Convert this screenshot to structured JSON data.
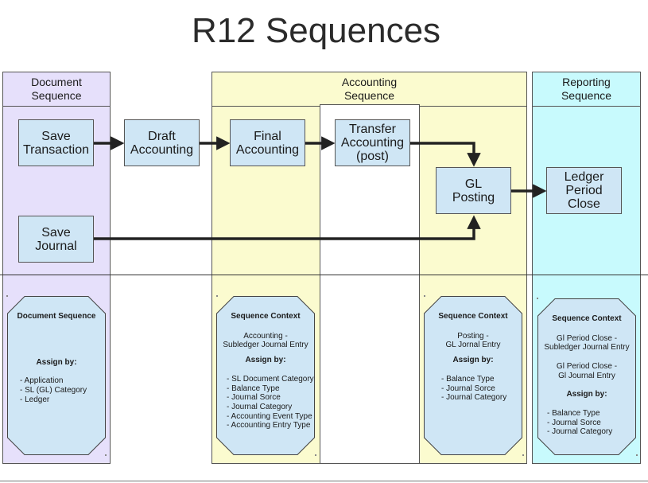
{
  "title": "R12 Sequences",
  "regions": {
    "document": {
      "label": "Document\nSequence",
      "color": "#e6e0fb"
    },
    "accounting": {
      "label": "Accounting\nSequence",
      "color": "#fbfbcf"
    },
    "reporting": {
      "label": "Reporting\nSequence",
      "color": "#c8fafd"
    }
  },
  "boxes": {
    "save_transaction": "Save\nTransaction",
    "draft_accounting": "Draft\nAccounting",
    "final_accounting": "Final\nAccounting",
    "transfer_accounting": "Transfer\nAccounting\n(post)",
    "gl_posting": "GL\nPosting",
    "ledger_period_close": "Ledger\nPeriod\nClose",
    "save_journal": "Save\nJournal"
  },
  "cards": {
    "document": {
      "title": "Document Sequence",
      "assign": "Assign by:",
      "items": [
        "- Application",
        "- SL (GL) Category",
        "- Ledger"
      ]
    },
    "accounting": {
      "title": "Sequence Context",
      "subtitle": "Accounting   -\nSubledger Journal Entry",
      "assign": "Assign by:",
      "items": [
        "- SL Document Category",
        "- Balance Type",
        "- Journal Sorce",
        "- Journal Category",
        "- Accounting Event Type",
        "- Accounting Entry Type"
      ]
    },
    "posting": {
      "title": "Sequence Context",
      "subtitle": "Posting   -\nGL Jornal Entry",
      "assign": "Assign by:",
      "items": [
        "- Balance Type",
        "- Journal Sorce",
        "- Journal Category"
      ]
    },
    "reporting": {
      "title": "Sequence Context",
      "subtitle": "Gl Period Close   -\nSubledger Journal Entry\n\nGl Period Close   -\nGl Journal Entry",
      "assign": "Assign by:",
      "items": [
        "- Balance Type",
        "- Journal Sorce",
        "- Journal Category"
      ]
    }
  },
  "colors": {
    "box": "#cfe6f5",
    "card": "#cfe6f5",
    "arrow": "#222222"
  }
}
